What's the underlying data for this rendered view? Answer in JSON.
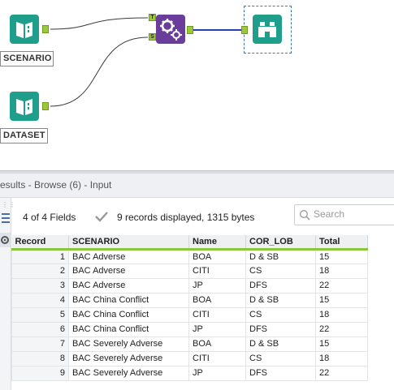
{
  "canvas": {
    "tools": {
      "scenario": {
        "label": "SCENARIO",
        "icon": "book-input-icon"
      },
      "dataset": {
        "label": "DATASET",
        "icon": "book-input-icon"
      },
      "macro": {
        "icon": "gears-icon",
        "anchor_top": "T",
        "anchor_bottom": "S"
      },
      "browse": {
        "icon": "binoculars-icon"
      }
    },
    "colors": {
      "tool_teal": "#1f9e8b",
      "macro_purple": "#6a3d9a",
      "anchor_green": "#9cc83a",
      "selected_wire": "#2a3fb0"
    }
  },
  "results": {
    "title": "esults - Browse (6) - Input",
    "fields_selector": "4 of 4 Fields",
    "records_info": "9 records displayed, 1315 bytes",
    "search_placeholder": "Search",
    "columns": [
      "Record",
      "SCENARIO",
      "Name",
      "COR_LOB",
      "Total"
    ],
    "rows": [
      [
        "1",
        "BAC Adverse",
        "BOA",
        "D & SB",
        "15"
      ],
      [
        "2",
        "BAC Adverse",
        "CITI",
        "CS",
        "18"
      ],
      [
        "3",
        "BAC Adverse",
        "JP",
        "DFS",
        "22"
      ],
      [
        "4",
        "BAC China Conflict",
        "BOA",
        "D & SB",
        "15"
      ],
      [
        "5",
        "BAC China Conflict",
        "CITI",
        "CS",
        "18"
      ],
      [
        "6",
        "BAC China Conflict",
        "JP",
        "DFS",
        "22"
      ],
      [
        "7",
        "BAC Severely Adverse",
        "BOA",
        "D & SB",
        "15"
      ],
      [
        "8",
        "BAC Severely Adverse",
        "CITI",
        "CS",
        "18"
      ],
      [
        "9",
        "BAC Severely Adverse",
        "JP",
        "DFS",
        "22"
      ]
    ]
  }
}
